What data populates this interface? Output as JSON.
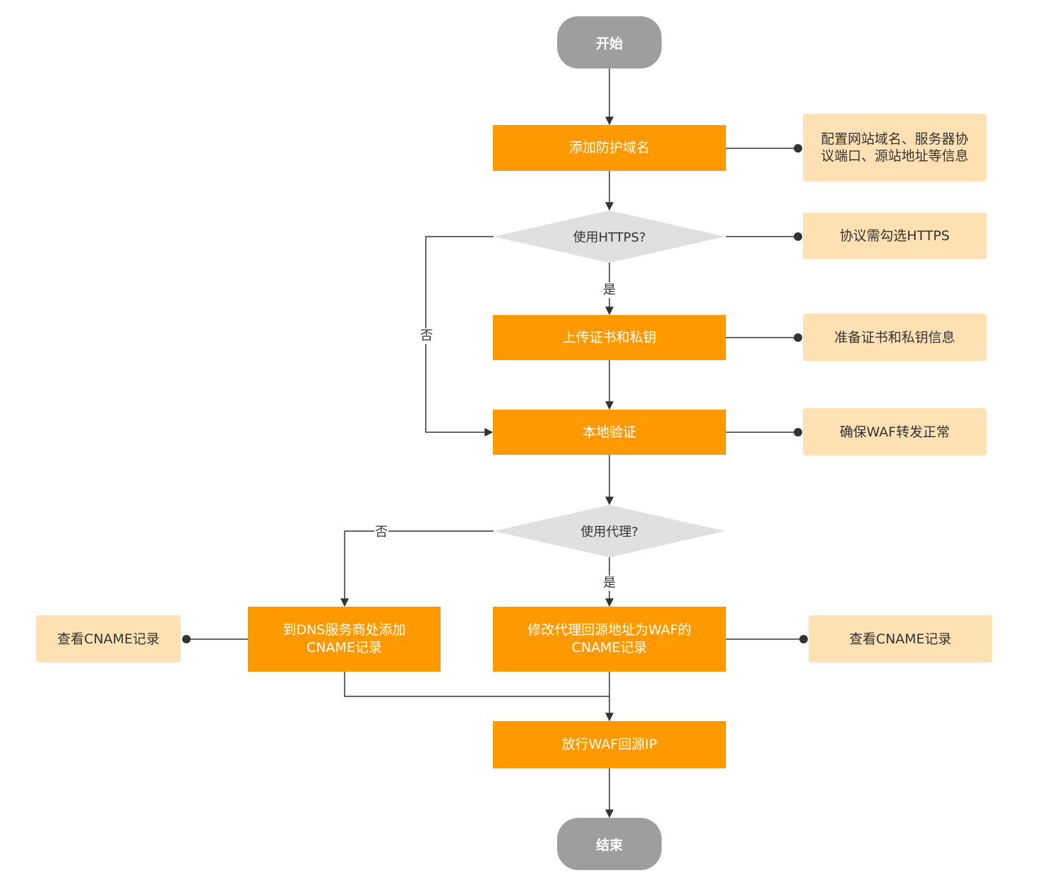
{
  "nodes": {
    "start": "开始",
    "add_domain": "添加防护域名",
    "https_q": "使用HTTPS?",
    "upload_cert": "上传证书和私钥",
    "local_verify": "本地验证",
    "proxy_q": "使用代理?",
    "dns_cname": "到DNS服务商处添加\nCNAME记录",
    "proxy_cname": "修改代理回源地址为WAF的\nCNAME记录",
    "allow_ip": "放行WAF回源IP",
    "end": "结束"
  },
  "notes": {
    "add_domain": "配置网站域名、服务器协\n议端口、源站地址等信息",
    "https": "协议需勾选HTTPS",
    "cert": "准备证书和私钥信息",
    "verify": "确保WAF转发正常",
    "dns_cname": "查看CNAME记录",
    "proxy_cname": "查看CNAME记录"
  },
  "labels": {
    "https_yes": "是",
    "https_no": "否",
    "proxy_yes": "是",
    "proxy_no": "否"
  },
  "colors": {
    "terminal": "#9e9e9e",
    "process": "#ff9900",
    "note": "#ffe1b3",
    "decision": "#e0e0e0",
    "line": "#333333"
  }
}
